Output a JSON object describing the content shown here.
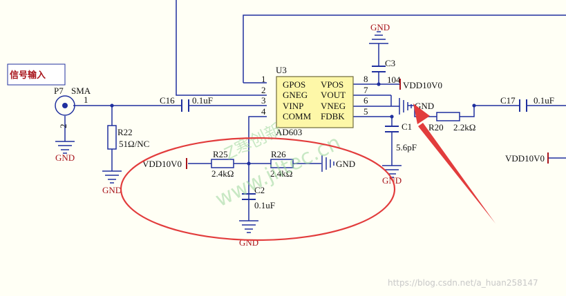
{
  "input_label": "信号输入",
  "connector": {
    "ref": "P7",
    "type": "SMA",
    "pin1": "1",
    "pin2": "2"
  },
  "opamp": {
    "ref": "U3",
    "part": "AD603",
    "pins_left": [
      {
        "num": "1",
        "name": "GPOS"
      },
      {
        "num": "2",
        "name": "GNEG"
      },
      {
        "num": "3",
        "name": "VINP"
      },
      {
        "num": "4",
        "name": "COMM"
      }
    ],
    "pins_right": [
      {
        "num": "8",
        "name": "VPOS"
      },
      {
        "num": "7",
        "name": "VOUT"
      },
      {
        "num": "6",
        "name": "VNEG"
      },
      {
        "num": "5",
        "name": "FDBK"
      }
    ]
  },
  "components": {
    "c16": {
      "ref": "C16",
      "value": "0.1uF"
    },
    "r22": {
      "ref": "R22",
      "value": "51Ω/NC"
    },
    "r25": {
      "ref": "R25",
      "value": "2.4kΩ"
    },
    "r26": {
      "ref": "R26",
      "value": "2.4kΩ"
    },
    "c2": {
      "ref": "C2",
      "value": "0.1uF"
    },
    "c3": {
      "ref": "C3",
      "value": "104"
    },
    "c1": {
      "ref": "C1",
      "value": "5.6pF"
    },
    "r20": {
      "ref": "R20",
      "value": "2.2kΩ"
    },
    "c17": {
      "ref": "C17",
      "value": "0.1uF"
    }
  },
  "power": {
    "vdd": "VDD10V0",
    "gnd": "GND"
  },
  "watermark": {
    "text": "www.jiltec.cn",
    "brand": "Z寒创新"
  },
  "credit": "https://blog.csdn.net/a_huan258147",
  "colors": {
    "wire": "#1f2f9e",
    "label": "#a8151b",
    "chip_fill": "#fdf7a8",
    "annotation": "#e23c3c",
    "background": "#fffff5"
  }
}
